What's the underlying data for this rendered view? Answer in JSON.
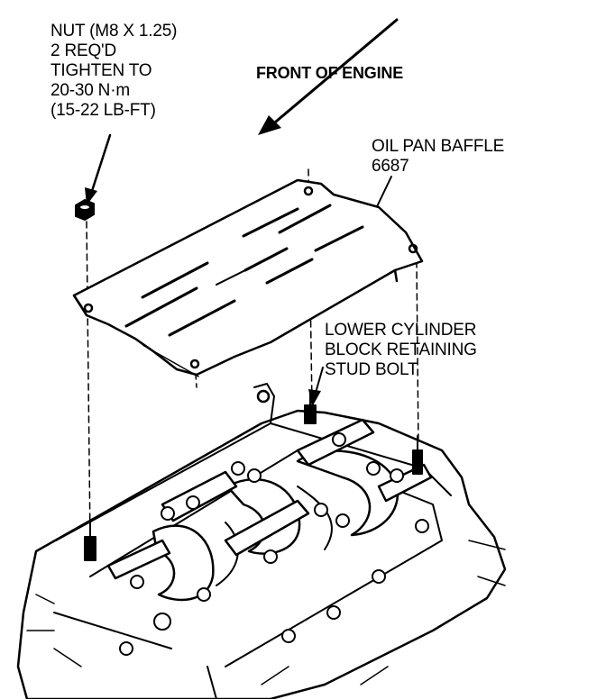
{
  "callouts": {
    "nut": {
      "lines": [
        "NUT (M8 X 1.25)",
        "2 REQ'D",
        "TIGHTEN TO",
        "20-30 N·m",
        "(15-22 LB-FT)"
      ]
    },
    "front": {
      "text": "FRONT OF ENGINE"
    },
    "baffle": {
      "lines": [
        "OIL PAN BAFFLE",
        "6687"
      ]
    },
    "stud": {
      "lines": [
        "LOWER CYLINDER",
        "BLOCK RETAINING",
        "STUD BOLT"
      ]
    }
  },
  "colors": {
    "ink": "#000000",
    "paper": "#ffffff"
  }
}
